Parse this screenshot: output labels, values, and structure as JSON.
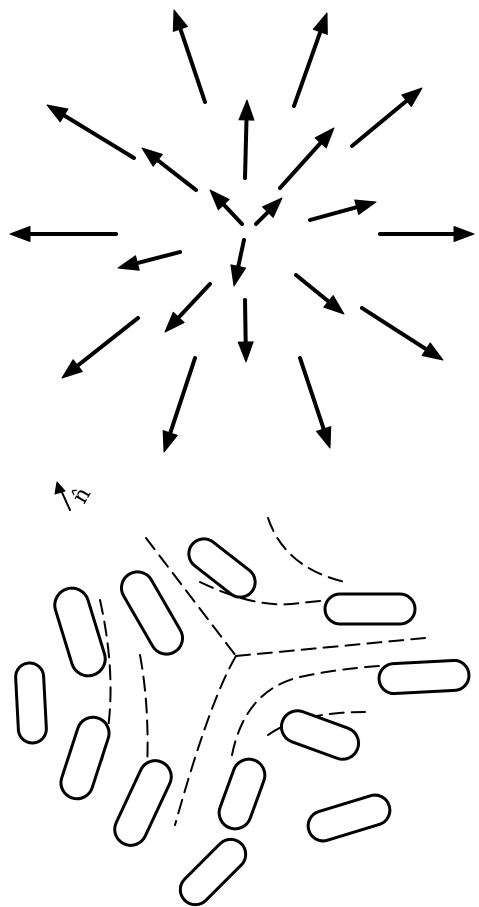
{
  "top_panel": {
    "name": "radial-vector-field"
  },
  "bottom_panel": {
    "name": "rod-particle-texture",
    "director_label": "n̂"
  }
}
